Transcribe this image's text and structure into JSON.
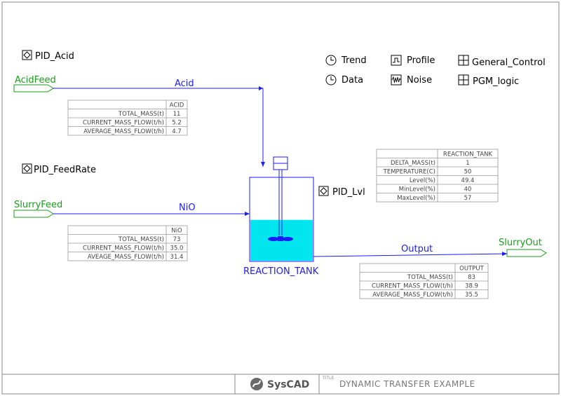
{
  "title_block": {
    "brand": "SysCAD",
    "title_prefix": "TITLE",
    "title": "DYNAMIC TRANSFER EXAMPLE"
  },
  "controllers": [
    {
      "id": "pid_acid",
      "label": "PID_Acid",
      "icon": "pid-icon"
    },
    {
      "id": "pid_feedrate",
      "label": "PID_FeedRate",
      "icon": "pid-icon"
    },
    {
      "id": "pid_lvl",
      "label": "PID_Lvl",
      "icon": "pid-icon"
    }
  ],
  "tools": {
    "trend": {
      "label": "Trend",
      "icon": "clock-icon"
    },
    "data": {
      "label": "Data",
      "icon": "clock-icon"
    },
    "profile": {
      "label": "Profile",
      "icon": "profile-icon"
    },
    "noise": {
      "label": "Noise",
      "icon": "noise-icon"
    },
    "general_control": {
      "label": "General_Control",
      "icon": "grid-icon"
    },
    "pgm_logic": {
      "label": "PGM_logic",
      "icon": "grid-icon"
    }
  },
  "feeders": {
    "acid_feed": "AcidFeed",
    "slurry_feed": "SlurryFeed",
    "slurry_out": "SlurryOut"
  },
  "streams": {
    "acid": "Acid",
    "nio": "NiO",
    "output": "Output"
  },
  "unit": {
    "name": "REACTION_TANK",
    "level_percent": 49.4
  },
  "tables": {
    "acid": {
      "header": "ACID",
      "rows": [
        {
          "label": "TOTAL_MASS(t)",
          "value": "11"
        },
        {
          "label": "CURRENT_MASS_FLOW(t/h)",
          "value": "5.2"
        },
        {
          "label": "AVERAGE_MASS_FLOW(t/h)",
          "value": "4.7"
        }
      ]
    },
    "nio": {
      "header": "NiO",
      "rows": [
        {
          "label": "TOTAL_MASS(t)",
          "value": "73"
        },
        {
          "label": "CURRENT_MASS_FLOW(t/h)",
          "value": "35.0"
        },
        {
          "label": "AVEAGE_MASS_FLOW(t/h)",
          "value": "31.4"
        }
      ]
    },
    "tank": {
      "header": "REACTION_TANK",
      "rows": [
        {
          "label": "DELTA_MASS(t)",
          "value": "1"
        },
        {
          "label": "TEMPERATURE(C)",
          "value": "50"
        },
        {
          "label": "Level(%)",
          "value": "49.4"
        },
        {
          "label": "MinLevel(%)",
          "value": "40"
        },
        {
          "label": "MaxLevel(%)",
          "value": "57"
        }
      ]
    },
    "output": {
      "header": "OUTPUT",
      "rows": [
        {
          "label": "TOTAL_MASS(t)",
          "value": "83"
        },
        {
          "label": "CURRENT_MASS_FLOW(t/h)",
          "value": "38.9"
        },
        {
          "label": "AVERAGE_MASS_FLOW(t/h)",
          "value": "35.5"
        }
      ]
    }
  },
  "colors": {
    "pipe": "#1b1bff",
    "feeder": "#1a9c1a",
    "liquid": "#00e5ee",
    "table_line": "#9a9a9a"
  }
}
